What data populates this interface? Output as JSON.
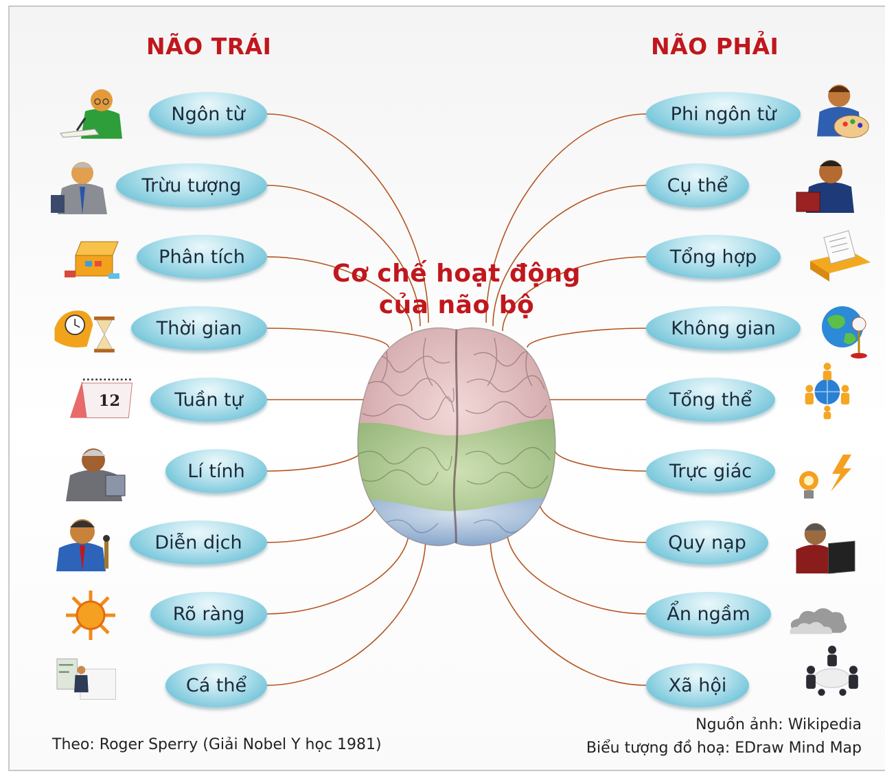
{
  "left_heading": "NÃO TRÁI",
  "right_heading": "NÃO PHẢI",
  "title_line1": "Cơ chế hoạt động",
  "title_line2": "của não bộ",
  "left_nodes": [
    "Ngôn từ",
    "Trừu tượng",
    "Phân tích",
    "Thời gian",
    "Tuần tự",
    "Lí tính",
    "Diễn dịch",
    "Rõ ràng",
    "Cá thể"
  ],
  "right_nodes": [
    "Phi ngôn từ",
    "Cụ thể",
    "Tổng hợp",
    "Không gian",
    "Tổng thể",
    "Trực giác",
    "Quy nạp",
    "Ẩn ngầm",
    "Xã hội"
  ],
  "connector_color": "#b5541f",
  "footer": {
    "credit": "Theo: Roger Sperry (Giải Nobel Y học 1981)",
    "image_source": "Nguồn ảnh: Wikipedia",
    "icon_source": "Biểu tượng đồ hoạ: EDraw Mind Map"
  }
}
